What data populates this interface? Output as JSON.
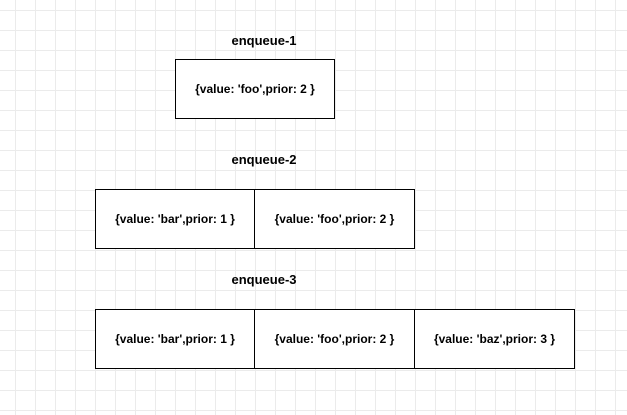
{
  "diagram": {
    "stages": [
      {
        "label": "enqueue-1",
        "items": [
          "{value: 'foo',prior: 2 }"
        ]
      },
      {
        "label": "enqueue-2",
        "items": [
          "{value: 'bar',prior: 1 }",
          "{value: 'foo',prior: 2 }"
        ]
      },
      {
        "label": "enqueue-3",
        "items": [
          "{value: 'bar',prior: 1 }",
          "{value: 'foo',prior: 2 }",
          "{value: 'baz',prior: 3 }"
        ]
      }
    ]
  }
}
